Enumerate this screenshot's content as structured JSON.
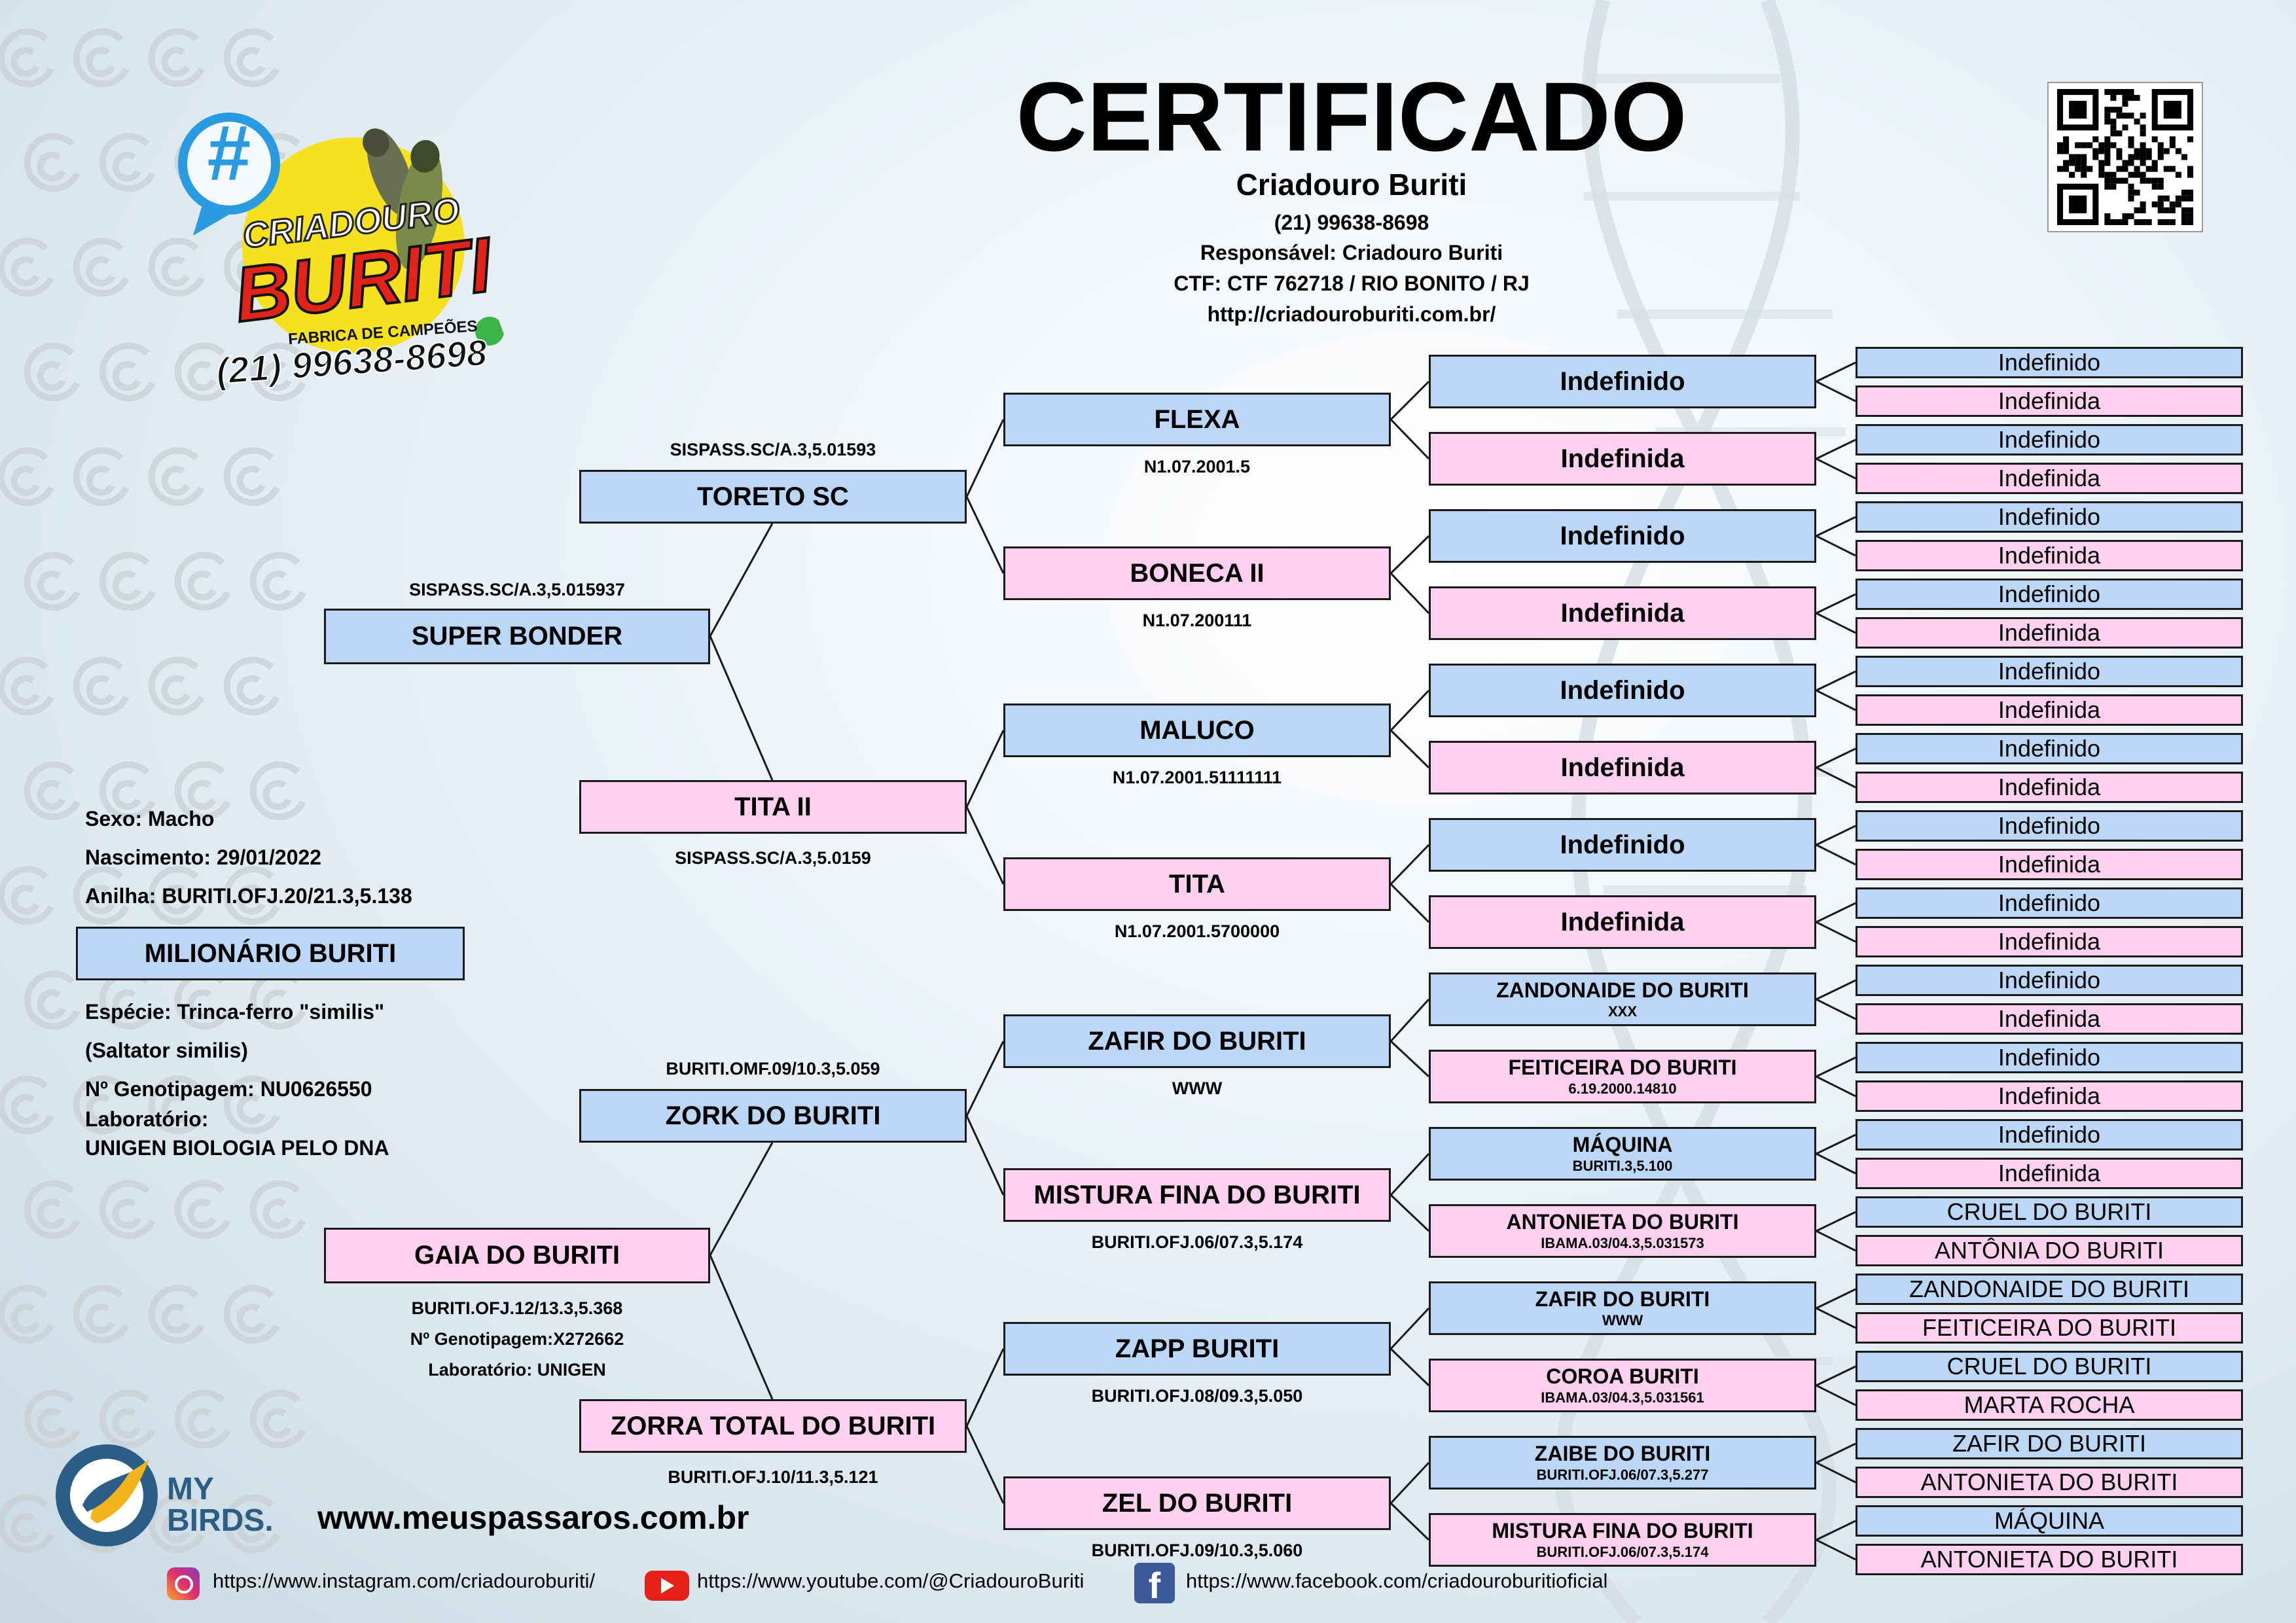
{
  "title": "CERTIFICADO",
  "breeder": {
    "name": "Criadouro Buriti",
    "phone": "(21) 99638-8698",
    "responsible": "Responsável: Criadouro Buriti",
    "ctf": "CTF: CTF 762718 / RIO BONITO / RJ",
    "url": "http://criadouroburiti.com.br/"
  },
  "logo": {
    "hash": "#",
    "line1": "CRIADOURO",
    "line2": "BURITI",
    "tagline": "FABRICA DE CAMPEÕES",
    "phone": "(21) 99638-8698",
    "colors": {
      "red": "#e2231a",
      "yellow": "#f5e11f",
      "bubble": "#2a9be0"
    }
  },
  "bird": {
    "sex": "Sexo: Macho",
    "birth": "Nascimento: 29/01/2022",
    "ring": "Anilha: BURITI.OFJ.20/21.3,5.138",
    "name": "MILIONÁRIO BURITI",
    "species": "Espécie: Trinca-ferro \"similis\"",
    "scientific": "(Saltator similis)",
    "genotype": "Nº Genotipagem: NU0626550",
    "lab_label": "Laboratório:",
    "lab": "UNIGEN BIOLOGIA PELO DNA"
  },
  "parents": {
    "father": {
      "name": "SUPER BONDER",
      "reg": "SISPASS.SC/A.3,5.015937"
    },
    "mother": {
      "name": "GAIA DO BURITI",
      "reg": "BURITI.OFJ.12/13.3,5.368",
      "genotype": "Nº Genotipagem:X272662",
      "lab": "Laboratório: UNIGEN"
    }
  },
  "grandparents": [
    {
      "name": "TORETO SC",
      "reg": "SISPASS.SC/A.3,5.01593"
    },
    {
      "name": "TITA II",
      "reg": "SISPASS.SC/A.3,5.0159"
    },
    {
      "name": "ZORK DO BURITI",
      "reg": "BURITI.OMF.09/10.3,5.059"
    },
    {
      "name": "ZORRA TOTAL DO BURITI",
      "reg": "BURITI.OFJ.10/11.3,5.121"
    }
  ],
  "great_grandparents": [
    {
      "name": "FLEXA",
      "reg": "N1.07.2001.5"
    },
    {
      "name": "BONECA II",
      "reg": "N1.07.200111"
    },
    {
      "name": "MALUCO",
      "reg": "N1.07.2001.51111111"
    },
    {
      "name": "TITA",
      "reg": "N1.07.2001.5700000"
    },
    {
      "name": "ZAFIR DO BURITI",
      "reg": "WWW"
    },
    {
      "name": "MISTURA FINA DO BURITI",
      "reg": "BURITI.OFJ.06/07.3,5.174"
    },
    {
      "name": "ZAPP BURITI",
      "reg": "BURITI.OFJ.08/09.3,5.050"
    },
    {
      "name": "ZEL DO BURITI",
      "reg": "BURITI.OFJ.09/10.3,5.060"
    }
  ],
  "gen4": [
    {
      "name": "Indefinido",
      "sub": ""
    },
    {
      "name": "Indefinida",
      "sub": ""
    },
    {
      "name": "Indefinido",
      "sub": ""
    },
    {
      "name": "Indefinida",
      "sub": ""
    },
    {
      "name": "Indefinido",
      "sub": ""
    },
    {
      "name": "Indefinida",
      "sub": ""
    },
    {
      "name": "Indefinido",
      "sub": ""
    },
    {
      "name": "Indefinida",
      "sub": ""
    },
    {
      "name": "ZANDONAIDE DO BURITI",
      "sub": "XXX"
    },
    {
      "name": "FEITICEIRA DO BURITI",
      "sub": "6.19.2000.14810"
    },
    {
      "name": "MÁQUINA",
      "sub": "BURITI.3,5.100"
    },
    {
      "name": "ANTONIETA DO BURITI",
      "sub": "IBAMA.03/04.3,5.031573"
    },
    {
      "name": "ZAFIR DO BURITI",
      "sub": "WWW"
    },
    {
      "name": "COROA BURITI",
      "sub": "IBAMA.03/04.3,5.031561"
    },
    {
      "name": "ZAIBE DO BURITI",
      "sub": "BURITI.OFJ.06/07.3,5.277"
    },
    {
      "name": "MISTURA FINA DO BURITI",
      "sub": "BURITI.OFJ.06/07.3,5.174"
    }
  ],
  "gen5": [
    "Indefinido",
    "Indefinida",
    "Indefinido",
    "Indefinida",
    "Indefinido",
    "Indefinida",
    "Indefinido",
    "Indefinida",
    "Indefinido",
    "Indefinida",
    "Indefinido",
    "Indefinida",
    "Indefinido",
    "Indefinida",
    "Indefinido",
    "Indefinida",
    "Indefinido",
    "Indefinida",
    "Indefinido",
    "Indefinida",
    "Indefinido",
    "Indefinida",
    "CRUEL DO BURITI",
    "ANTÔNIA DO BURITI",
    "ZANDONAIDE DO BURITI",
    "FEITICEIRA DO BURITI",
    "CRUEL DO BURITI",
    "MARTA ROCHA",
    "ZAFIR DO BURITI",
    "ANTONIETA DO BURITI",
    "MÁQUINA",
    "ANTONIETA DO BURITI"
  ],
  "footer": {
    "brand_line1": "MY",
    "brand_line2": "BIRDS.",
    "site": "www.meuspassaros.com.br",
    "instagram": "https://www.instagram.com/criadouroburiti/",
    "youtube": "https://www.youtube.com/@CriadouroBuriti",
    "facebook": "https://www.facebook.com/criadouroburitioficial"
  },
  "colors": {
    "male": "#bcd6f5",
    "female": "#fdd0ef",
    "border": "#1a1a1a"
  }
}
